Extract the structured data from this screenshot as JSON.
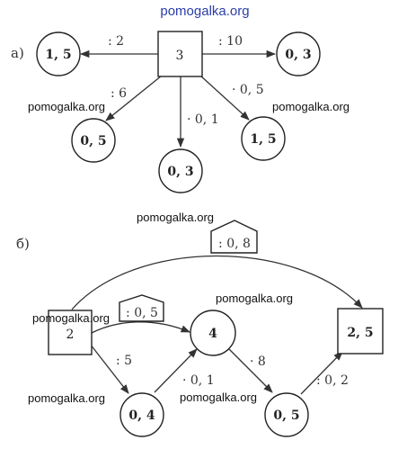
{
  "watermark": "pomogalka.org",
  "part_a": {
    "label": "а)",
    "center": "3",
    "nodes": {
      "left": "1, 5",
      "right": "0, 3",
      "lower_left": "0, 5",
      "bottom": "0, 3",
      "lower_right": "1, 5"
    },
    "ops": {
      "left": ": 2",
      "right": ": 10",
      "lower_left": ": 6",
      "bottom": "· 0, 1",
      "lower_right": "· 0, 5"
    }
  },
  "part_b": {
    "label": "б)",
    "start": "2",
    "end": "2, 5",
    "nodes": {
      "middle": "4",
      "lower_left": "0, 4",
      "lower_right": "0, 5"
    },
    "ops": {
      "top": ": 0, 8",
      "start_to_middle": ": 0, 5",
      "start_to_lower": ": 5",
      "lower_to_middle": "· 0, 1",
      "middle_to_lower": "· 8",
      "lower_to_end": ": 0, 2"
    }
  }
}
